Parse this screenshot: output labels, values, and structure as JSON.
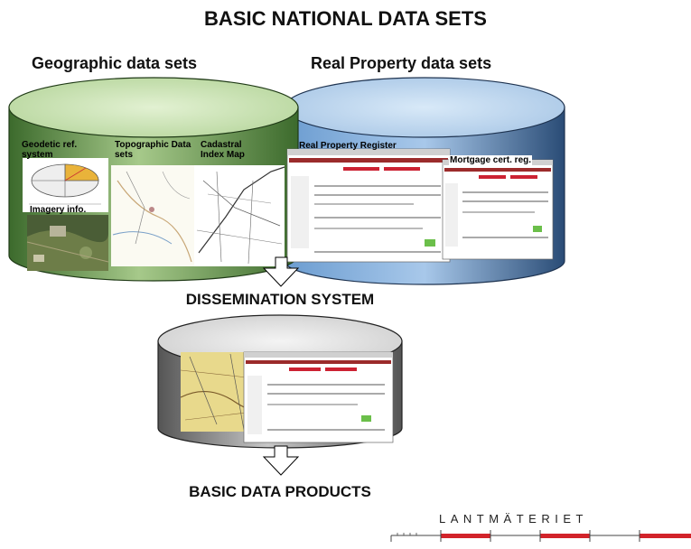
{
  "title": "BASIC NATIONAL DATA SETS",
  "geographic": {
    "heading": "Geographic data sets",
    "labels": {
      "geodetic": "Geodetic ref. system",
      "topographic": "Topographic Data sets",
      "cadastral": "Cadastral Index Map",
      "imagery": "Imagery info."
    }
  },
  "real_property": {
    "heading": "Real Property data sets",
    "labels": {
      "register": "Real Property Register",
      "mortgage": "Mortgage cert. reg."
    }
  },
  "dissemination": "DISSEMINATION SYSTEM",
  "products": "BASIC DATA PRODUCTS",
  "brand": "LANTMÄTERIET",
  "colors": {
    "green_cylinder": "#4f8a3c",
    "blue_cylinder": "#5f8fc0",
    "gray_cylinder": "#8a8a8a",
    "brand_red": "#d2232a"
  }
}
